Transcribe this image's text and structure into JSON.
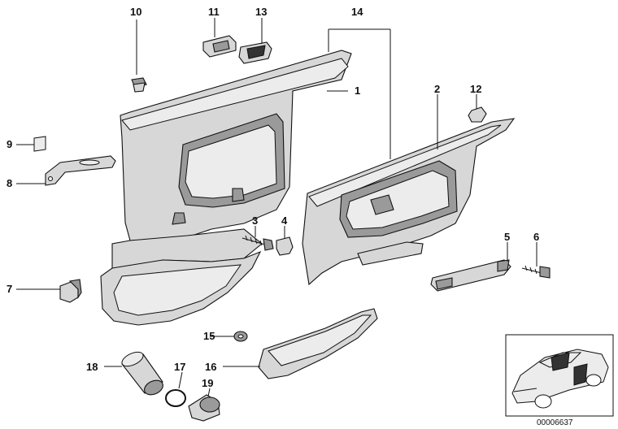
{
  "callouts": [
    {
      "id": "c10",
      "label": "10"
    },
    {
      "id": "c11",
      "label": "11"
    },
    {
      "id": "c13",
      "label": "13"
    },
    {
      "id": "c14",
      "label": "14"
    },
    {
      "id": "c1",
      "label": "1"
    },
    {
      "id": "c2",
      "label": "2"
    },
    {
      "id": "c12",
      "label": "12"
    },
    {
      "id": "c9",
      "label": "9"
    },
    {
      "id": "c8",
      "label": "8"
    },
    {
      "id": "c3",
      "label": "3"
    },
    {
      "id": "c4",
      "label": "4"
    },
    {
      "id": "c5",
      "label": "5"
    },
    {
      "id": "c6",
      "label": "6"
    },
    {
      "id": "c7",
      "label": "7"
    },
    {
      "id": "c15",
      "label": "15"
    },
    {
      "id": "c18",
      "label": "18"
    },
    {
      "id": "c17",
      "label": "17"
    },
    {
      "id": "c16",
      "label": "16"
    },
    {
      "id": "c19",
      "label": "19"
    }
  ],
  "reference_number": "00006637",
  "colors": {
    "line": "#111111",
    "panel": "#d7d7d7",
    "shade": "#9a9a9a",
    "background": "#ffffff"
  }
}
